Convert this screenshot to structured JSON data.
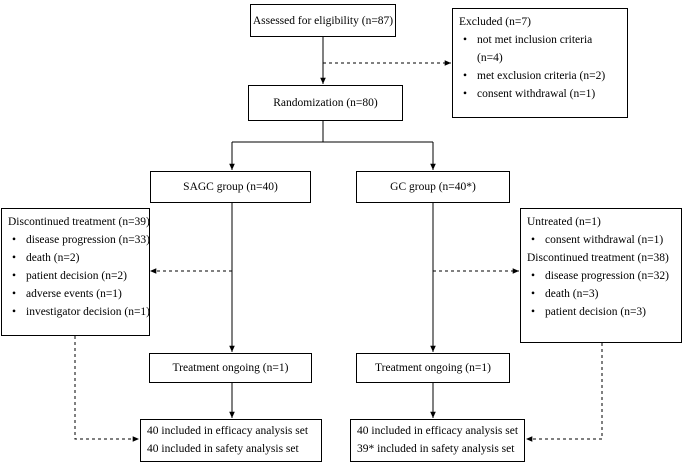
{
  "assessed": "Assessed for eligibility  (n=87)",
  "excluded": {
    "title": "Excluded (n=7)",
    "item1a": "not met inclusion  criteria",
    "item1b": "(n=4)",
    "item2": "met exclusion criteria (n=2)",
    "item3": "consent withdrawal (n=1)"
  },
  "randomization": "Randomization   (n=80)",
  "sagc": {
    "group": "SAGC group  (n=40)",
    "discontinued": {
      "title": "Discontinued treatment  (n=39)",
      "items": [
        "disease progression  (n=33)",
        "death (n=2)",
        "patient decision  (n=2)",
        "adverse events (n=1)",
        "investigator decision  (n=1)"
      ]
    },
    "ongoing": "Treatment ongoing  (n=1)",
    "analysis": [
      "40 included  in efficacy analysis set",
      "40 included  in safety analysis set"
    ]
  },
  "gc": {
    "group": "GC group  (n=40*)",
    "untreated": {
      "title": "Untreated  (n=1)",
      "item": "consent withdrawal  (n=1)"
    },
    "discontinued": {
      "title": "Discontinued treatment  (n=38)",
      "items": [
        "disease progression  (n=32)",
        "death (n=3)",
        "patient decision   (n=3)"
      ]
    },
    "ongoing": "Treatment ongoing  (n=1)",
    "analysis": [
      "40 included in efficacy analysis set",
      "39* included  in safety analysis set"
    ]
  }
}
